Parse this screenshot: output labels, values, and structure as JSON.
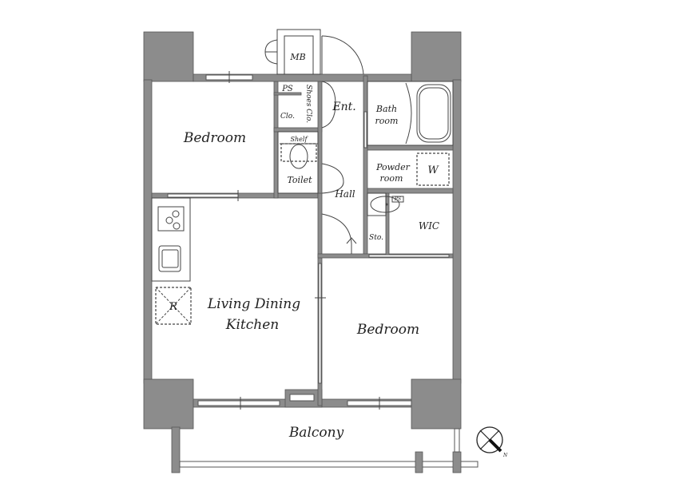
{
  "plan": {
    "rooms": {
      "bedroom1": "Bedroom",
      "ldk_line1": "Living Dining",
      "ldk_line2": "Kitchen",
      "bedroom2": "Bedroom",
      "balcony": "Balcony",
      "mb": "MB",
      "ps1": "PS",
      "ps2": "PS",
      "clo": "Clo.",
      "shoes": "Shoes Clo.",
      "ent": "Ent.",
      "bath_line1": "Bath",
      "bath_line2": "room",
      "shelf": "Shelf",
      "toilet": "Toilet",
      "hall": "Hall",
      "powder_line1": "Powder",
      "powder_line2": "room",
      "washer": "W",
      "sto": "Sto.",
      "wic": "WIC",
      "fridge": "R"
    },
    "compass": {
      "label": "N",
      "icon": "north-arrow-icon"
    },
    "colors": {
      "wall": "#8c8c8c",
      "line": "#444444"
    }
  }
}
